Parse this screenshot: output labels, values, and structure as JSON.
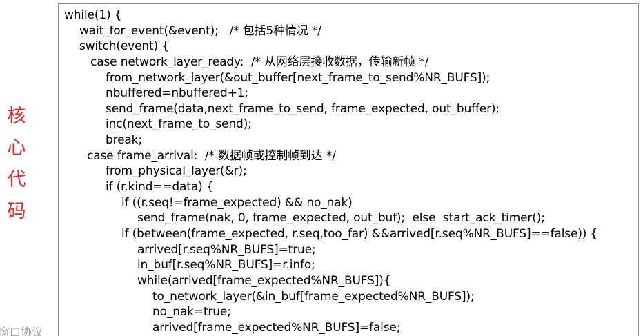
{
  "side_label": [
    "核",
    "心",
    "代",
    "码"
  ],
  "code_lines": [
    {
      "indent": 0,
      "text": "while(1) {"
    },
    {
      "indent": 22,
      "text": "wait_for_event(&event);   /* 包括5种情况 */"
    },
    {
      "indent": 22,
      "text": "switch(event) {"
    },
    {
      "indent": 38,
      "text": "case network_layer_ready:  /* 从网络层接收数据，传输新帧 */"
    },
    {
      "indent": 60,
      "text": "from_network_layer(&out_buffer[next_frame_to_send%NR_BUFS]);"
    },
    {
      "indent": 60,
      "text": "nbuffered=nbuffered+1;"
    },
    {
      "indent": 60,
      "text": "send_frame(data,next_frame_to_send, frame_expected, out_buffer);"
    },
    {
      "indent": 60,
      "text": "inc(next_frame_to_send);"
    },
    {
      "indent": 60,
      "text": "break;"
    },
    {
      "indent": 33,
      "text": "case frame_arrival:  /* 数据帧或控制帧到达 */"
    },
    {
      "indent": 60,
      "text": "from_physical_layer(&r);"
    },
    {
      "indent": 60,
      "text": "if (r.kind==data) {"
    },
    {
      "indent": 83,
      "text": "if ((r.seq!=frame_expected) && no_nak)"
    },
    {
      "indent": 106,
      "text": "send_frame(nak, 0, frame_expected, out_buf);  else  start_ack_timer();"
    },
    {
      "indent": 83,
      "text": "if (between(frame_expected, r.seq,too_far) &&arrived[r.seq%NR_BUFS]==false)) {"
    },
    {
      "indent": 106,
      "text": "arrived[r.seq%NR_BUFS]=true;"
    },
    {
      "indent": 106,
      "text": "in_buf[r.seq%NR_BUFS]=r.info;"
    },
    {
      "indent": 106,
      "text": "while(arrived[frame_expected%NR_BUFS]){"
    },
    {
      "indent": 128,
      "text": "to_network_layer(&in_buf[frame_expected%NR_BUFS]);"
    },
    {
      "indent": 128,
      "text": "no_nak=true;"
    },
    {
      "indent": 128,
      "text": "arrived[frame_expected%NR_BUFS]=false;"
    }
  ],
  "footer_label": "窗口协议"
}
